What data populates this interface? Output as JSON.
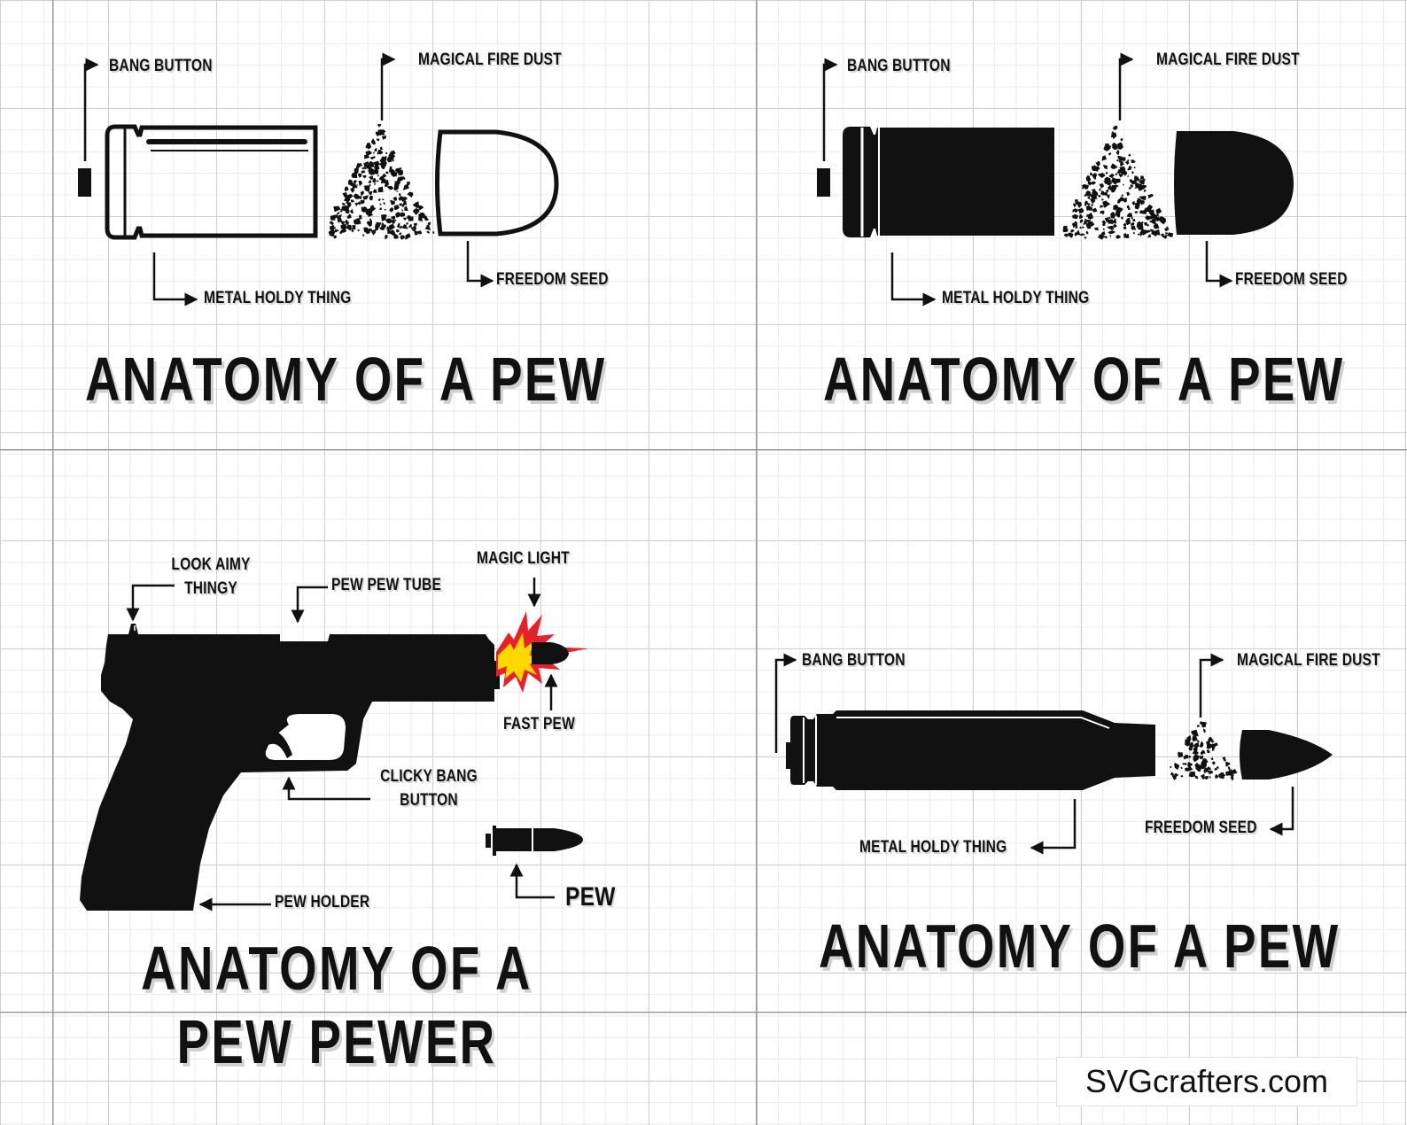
{
  "panel_top_left": {
    "labels": {
      "bang_button": "BANG BUTTON",
      "magical_fire_dust": "MAGICAL FIRE DUST",
      "metal_holdy_thing": "METAL HOLDY  THING",
      "freedom_seed": "FREEDOM SEED"
    },
    "title": "ANATOMY OF A PEW",
    "style": "outline"
  },
  "panel_top_right": {
    "labels": {
      "bang_button": "BANG BUTTON",
      "magical_fire_dust": "MAGICAL FIRE DUST",
      "metal_holdy_thing": "METAL HOLDY  THING",
      "freedom_seed": "FREEDOM SEED"
    },
    "title": "ANATOMY OF A PEW",
    "style": "solid"
  },
  "panel_bottom_left": {
    "labels": {
      "look_aimy_line1": "LOOK AIMY",
      "look_aimy_line2": "THINGY",
      "pew_pew_tube": "PEW PEW TUBE",
      "magic_light": "MAGIC LIGHT",
      "fast_pew": "FAST PEW",
      "clicky_line1": "CLICKY BANG",
      "clicky_line2": "BUTTON",
      "pew_holder": "PEW HOLDER",
      "pew": "PEW"
    },
    "title_line1": "ANATOMY OF A",
    "title_line2": "PEW PEWER"
  },
  "panel_bottom_right": {
    "labels": {
      "bang_button": "BANG BUTTON",
      "magical_fire_dust": "MAGICAL FIRE DUST",
      "metal_holdy_thing": "METAL HOLDY  THING",
      "freedom_seed": "FREEDOM SEED"
    },
    "title": "ANATOMY OF A PEW"
  },
  "watermark": "SVGcrafters.com",
  "colors": {
    "ink": "#111111",
    "flash_red": "#e8202a",
    "flash_yellow": "#ffd800",
    "grid_major": "#9a9a9a"
  }
}
